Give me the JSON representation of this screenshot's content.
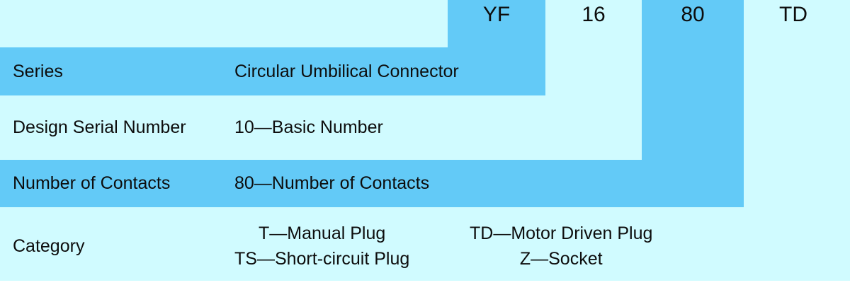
{
  "colors": {
    "highlight_blue": "#63caf7",
    "panel_cyan": "#d0fbff",
    "text": "#0d0d0d",
    "page_background": "#ffffff"
  },
  "codes": [
    "YF",
    "16",
    "80",
    "TD"
  ],
  "rows": [
    {
      "label": "Series",
      "value": "Circular Umbilical Connector"
    },
    {
      "label": "Design Serial Number",
      "value": "10—Basic Number"
    },
    {
      "label": "Number of Contacts",
      "value": "80—Number of Contacts"
    },
    {
      "label": "Category",
      "columns": [
        [
          "T—Manual Plug",
          "TS—Short-circuit Plug"
        ],
        [
          "TD—Motor Driven Plug",
          "Z—Socket"
        ]
      ]
    }
  ]
}
